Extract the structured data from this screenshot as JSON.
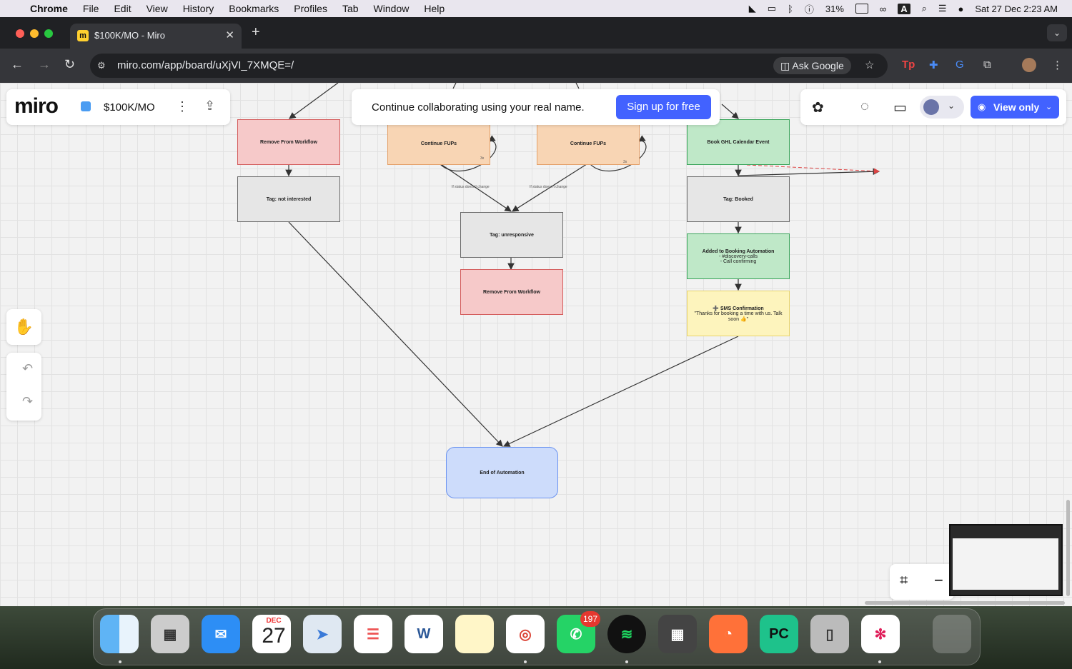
{
  "menubar": {
    "app": "Chrome",
    "items": [
      "File",
      "Edit",
      "View",
      "History",
      "Bookmarks",
      "Profiles",
      "Tab",
      "Window",
      "Help"
    ],
    "battery": "31%",
    "datetime": "Sat 27 Dec  2:23 AM",
    "input_source": "A"
  },
  "browser": {
    "tab_title": "$100K/MO - Miro",
    "url": "miro.com/app/board/uXjVI_7XMQE=/",
    "ask_google": "Ask Google"
  },
  "miro": {
    "board_name": "$100K/MO",
    "banner_text": "Continue collaborating using your real name.",
    "signup_label": "Sign up for free",
    "view_mode_label": "View only"
  },
  "board": {
    "nodes": {
      "remove1": "Remove From Workflow",
      "tag_not_interested": "Tag: not interested",
      "fups1": "Continue FUPs",
      "fups2": "Continue FUPs",
      "book": "Book GHL Calendar Event",
      "tag_booked": "Tag: Booked",
      "booking_title": "Added to Booking Automation",
      "booking_line1": "- #discovery-calls",
      "booking_line2": "- Call confirming",
      "tag_unresponsive": "Tag: unresponsive",
      "remove2": "Remove From Workflow",
      "sms_title": "➕ SMS Confirmation",
      "sms_body": "\"Thanks for booking a time with us. Talk soon 👍\"",
      "end": "End of Automation"
    },
    "labels": {
      "status1": "If status doesn't change",
      "status2": "If status doesn't change",
      "loop1": "3x",
      "loop2": "3x"
    }
  },
  "dock": {
    "calendar_month": "DEC",
    "calendar_day": "27",
    "whatsapp_badge": "197"
  }
}
